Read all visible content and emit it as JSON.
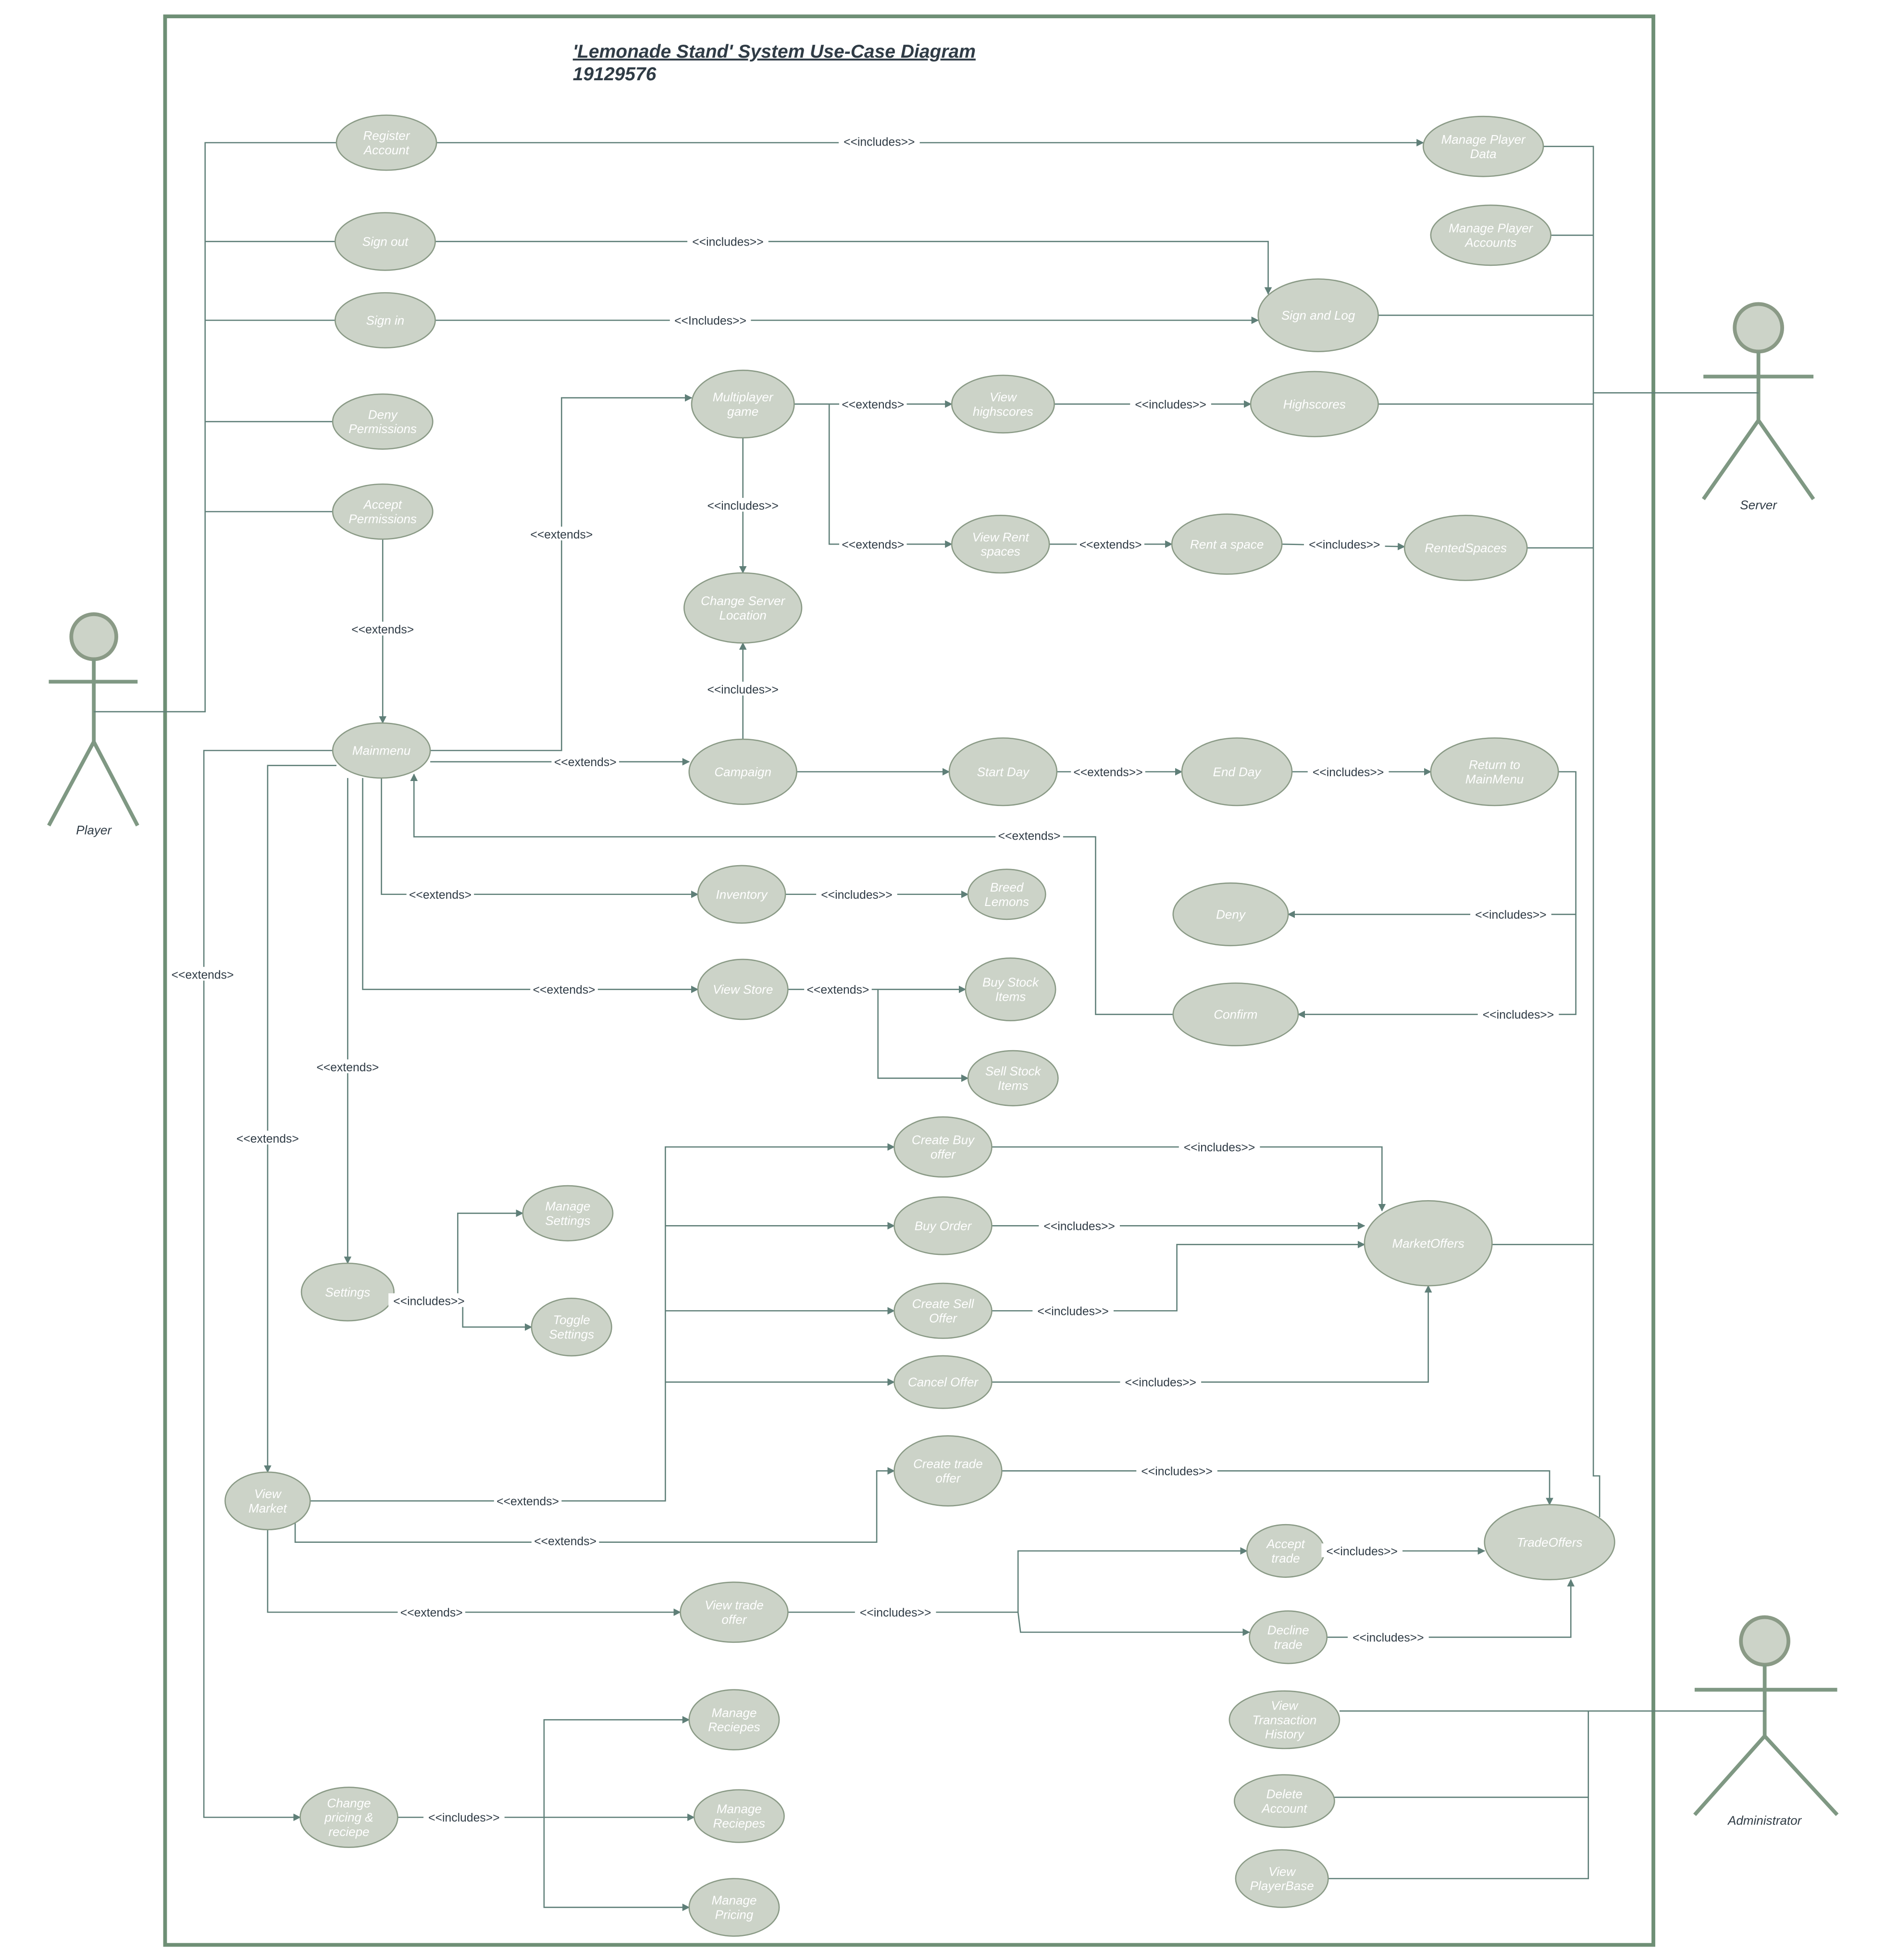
{
  "diagram": {
    "title_line1": "'Lemonade Stand' System Use-Case Diagram",
    "title_line2": "19129576"
  },
  "colors": {
    "node_fill": "#ccd3c8",
    "edge": "#5f7f78",
    "text_dark": "#2f3b45",
    "boundary": "#6e8f75"
  },
  "actors": [
    {
      "id": "player",
      "label": "Player"
    },
    {
      "id": "server",
      "label": "Server"
    },
    {
      "id": "administrator",
      "label": "Administrator"
    }
  ],
  "nodes": [
    {
      "id": "register",
      "lines": [
        "Register",
        "Account"
      ]
    },
    {
      "id": "signout",
      "lines": [
        "Sign out"
      ]
    },
    {
      "id": "signin",
      "lines": [
        "Sign in"
      ]
    },
    {
      "id": "deny_perm",
      "lines": [
        "Deny",
        "Permissions"
      ]
    },
    {
      "id": "accept_perm",
      "lines": [
        "Accept",
        "Permissions"
      ]
    },
    {
      "id": "mainmenu",
      "lines": [
        "Mainmenu"
      ]
    },
    {
      "id": "manage_player_data",
      "lines": [
        "Manage Player",
        "Data"
      ]
    },
    {
      "id": "manage_player_accounts",
      "lines": [
        "Manage Player",
        "Accounts"
      ]
    },
    {
      "id": "sign_and_log",
      "lines": [
        "Sign and Log"
      ]
    },
    {
      "id": "multiplayer",
      "lines": [
        "Multiplayer",
        "game"
      ]
    },
    {
      "id": "view_highscores",
      "lines": [
        "View",
        "highscores"
      ]
    },
    {
      "id": "highscores",
      "lines": [
        "Highscores"
      ]
    },
    {
      "id": "view_rent",
      "lines": [
        "View Rent",
        "spaces"
      ]
    },
    {
      "id": "rent_space",
      "lines": [
        "Rent a space"
      ]
    },
    {
      "id": "rented_spaces",
      "lines": [
        "RentedSpaces"
      ]
    },
    {
      "id": "change_server",
      "lines": [
        "Change Server",
        "Location"
      ]
    },
    {
      "id": "campaign",
      "lines": [
        "Campaign"
      ]
    },
    {
      "id": "start_day",
      "lines": [
        "Start Day"
      ]
    },
    {
      "id": "end_day",
      "lines": [
        "End Day"
      ]
    },
    {
      "id": "return_main",
      "lines": [
        "Return to",
        "MainMenu"
      ]
    },
    {
      "id": "deny",
      "lines": [
        "Deny"
      ]
    },
    {
      "id": "confirm",
      "lines": [
        "Confirm"
      ]
    },
    {
      "id": "inventory",
      "lines": [
        "Inventory"
      ]
    },
    {
      "id": "breed_lemons",
      "lines": [
        "Breed",
        "Lemons"
      ]
    },
    {
      "id": "view_store",
      "lines": [
        "View Store"
      ]
    },
    {
      "id": "buy_stock",
      "lines": [
        "Buy Stock",
        "Items"
      ]
    },
    {
      "id": "sell_stock",
      "lines": [
        "Sell Stock",
        "Items"
      ]
    },
    {
      "id": "create_buy",
      "lines": [
        "Create Buy",
        "offer"
      ]
    },
    {
      "id": "buy_order",
      "lines": [
        "Buy Order"
      ]
    },
    {
      "id": "create_sell",
      "lines": [
        "Create Sell",
        "Offer"
      ]
    },
    {
      "id": "cancel_offer",
      "lines": [
        "Cancel Offer"
      ]
    },
    {
      "id": "market_offers",
      "lines": [
        "MarketOffers"
      ]
    },
    {
      "id": "settings",
      "lines": [
        "Settings"
      ]
    },
    {
      "id": "manage_settings",
      "lines": [
        "Manage",
        "Settings"
      ]
    },
    {
      "id": "toggle_settings",
      "lines": [
        "Toggle",
        "Settings"
      ]
    },
    {
      "id": "view_market",
      "lines": [
        "View",
        "Market"
      ]
    },
    {
      "id": "create_trade",
      "lines": [
        "Create trade",
        "offer"
      ]
    },
    {
      "id": "accept_trade",
      "lines": [
        "Accept",
        "trade"
      ]
    },
    {
      "id": "trade_offers",
      "lines": [
        "TradeOffers"
      ]
    },
    {
      "id": "view_trade",
      "lines": [
        "View trade",
        "offer"
      ]
    },
    {
      "id": "decline_trade",
      "lines": [
        "Decline",
        "trade"
      ]
    },
    {
      "id": "manage_reciepes_1",
      "lines": [
        "Manage",
        "Reciepes"
      ]
    },
    {
      "id": "manage_reciepes_2",
      "lines": [
        "Manage",
        "Reciepes"
      ]
    },
    {
      "id": "manage_pricing",
      "lines": [
        "Manage",
        "Pricing"
      ]
    },
    {
      "id": "change_pricing",
      "lines": [
        "Change",
        "pricing &",
        "reciepe"
      ]
    },
    {
      "id": "view_transactions",
      "lines": [
        "View",
        "Transaction",
        "History"
      ]
    },
    {
      "id": "delete_account",
      "lines": [
        "Delete",
        "Account"
      ]
    },
    {
      "id": "view_playerbase",
      "lines": [
        "View",
        "PlayerBase"
      ]
    }
  ],
  "edge_labels": [
    {
      "id": "l_register",
      "text": "<<includes>>"
    },
    {
      "id": "l_signout",
      "text": "<<includes>>"
    },
    {
      "id": "l_signin",
      "text": "<<Includes>>"
    },
    {
      "id": "l_accept",
      "text": "<<extends>"
    },
    {
      "id": "l_mp_main",
      "text": "<<extends>"
    },
    {
      "id": "l_mp_vh",
      "text": "<<extends>"
    },
    {
      "id": "l_vh_hs",
      "text": "<<includes>>"
    },
    {
      "id": "l_mp_cs",
      "text": "<<includes>>"
    },
    {
      "id": "l_mp_vr",
      "text": "<<extends>"
    },
    {
      "id": "l_vr_rs",
      "text": "<<extends>"
    },
    {
      "id": "l_rs_rented",
      "text": "<<includes>>"
    },
    {
      "id": "l_camp_cs",
      "text": "<<includes>>"
    },
    {
      "id": "l_main_camp",
      "text": "<<extends>"
    },
    {
      "id": "l_sd_ed",
      "text": "<<extends>>"
    },
    {
      "id": "l_ed_rm",
      "text": "<<includes>>"
    },
    {
      "id": "l_confirm_main",
      "text": "<<extends>"
    },
    {
      "id": "l_rm_deny",
      "text": "<<includes>>"
    },
    {
      "id": "l_rm_confirm",
      "text": "<<includes>>"
    },
    {
      "id": "l_main_inv",
      "text": "<<extends>"
    },
    {
      "id": "l_inv_breed",
      "text": "<<includes>>"
    },
    {
      "id": "l_main_store",
      "text": "<<extends>"
    },
    {
      "id": "l_store_items",
      "text": "<<extends>"
    },
    {
      "id": "l_main_change",
      "text": "<<extends>"
    },
    {
      "id": "l_main_settings",
      "text": "<<extends>"
    },
    {
      "id": "l_main_market",
      "text": "<<extends>"
    },
    {
      "id": "l_settings",
      "text": "<<includes>>"
    },
    {
      "id": "l_cbo",
      "text": "<<includes>>"
    },
    {
      "id": "l_bo",
      "text": "<<includes>>"
    },
    {
      "id": "l_cso",
      "text": "<<includes>>"
    },
    {
      "id": "l_co",
      "text": "<<includes>>"
    },
    {
      "id": "l_vm_offers",
      "text": "<<extends>"
    },
    {
      "id": "l_vm_trade",
      "text": "<<extends>"
    },
    {
      "id": "l_cto",
      "text": "<<includes>>"
    },
    {
      "id": "l_at",
      "text": "<<includes>>"
    },
    {
      "id": "l_vm_vto",
      "text": "<<extends>"
    },
    {
      "id": "l_vto",
      "text": "<<includes>>"
    },
    {
      "id": "l_dt",
      "text": "<<includes>>"
    },
    {
      "id": "l_cpr",
      "text": "<<includes>>"
    }
  ]
}
